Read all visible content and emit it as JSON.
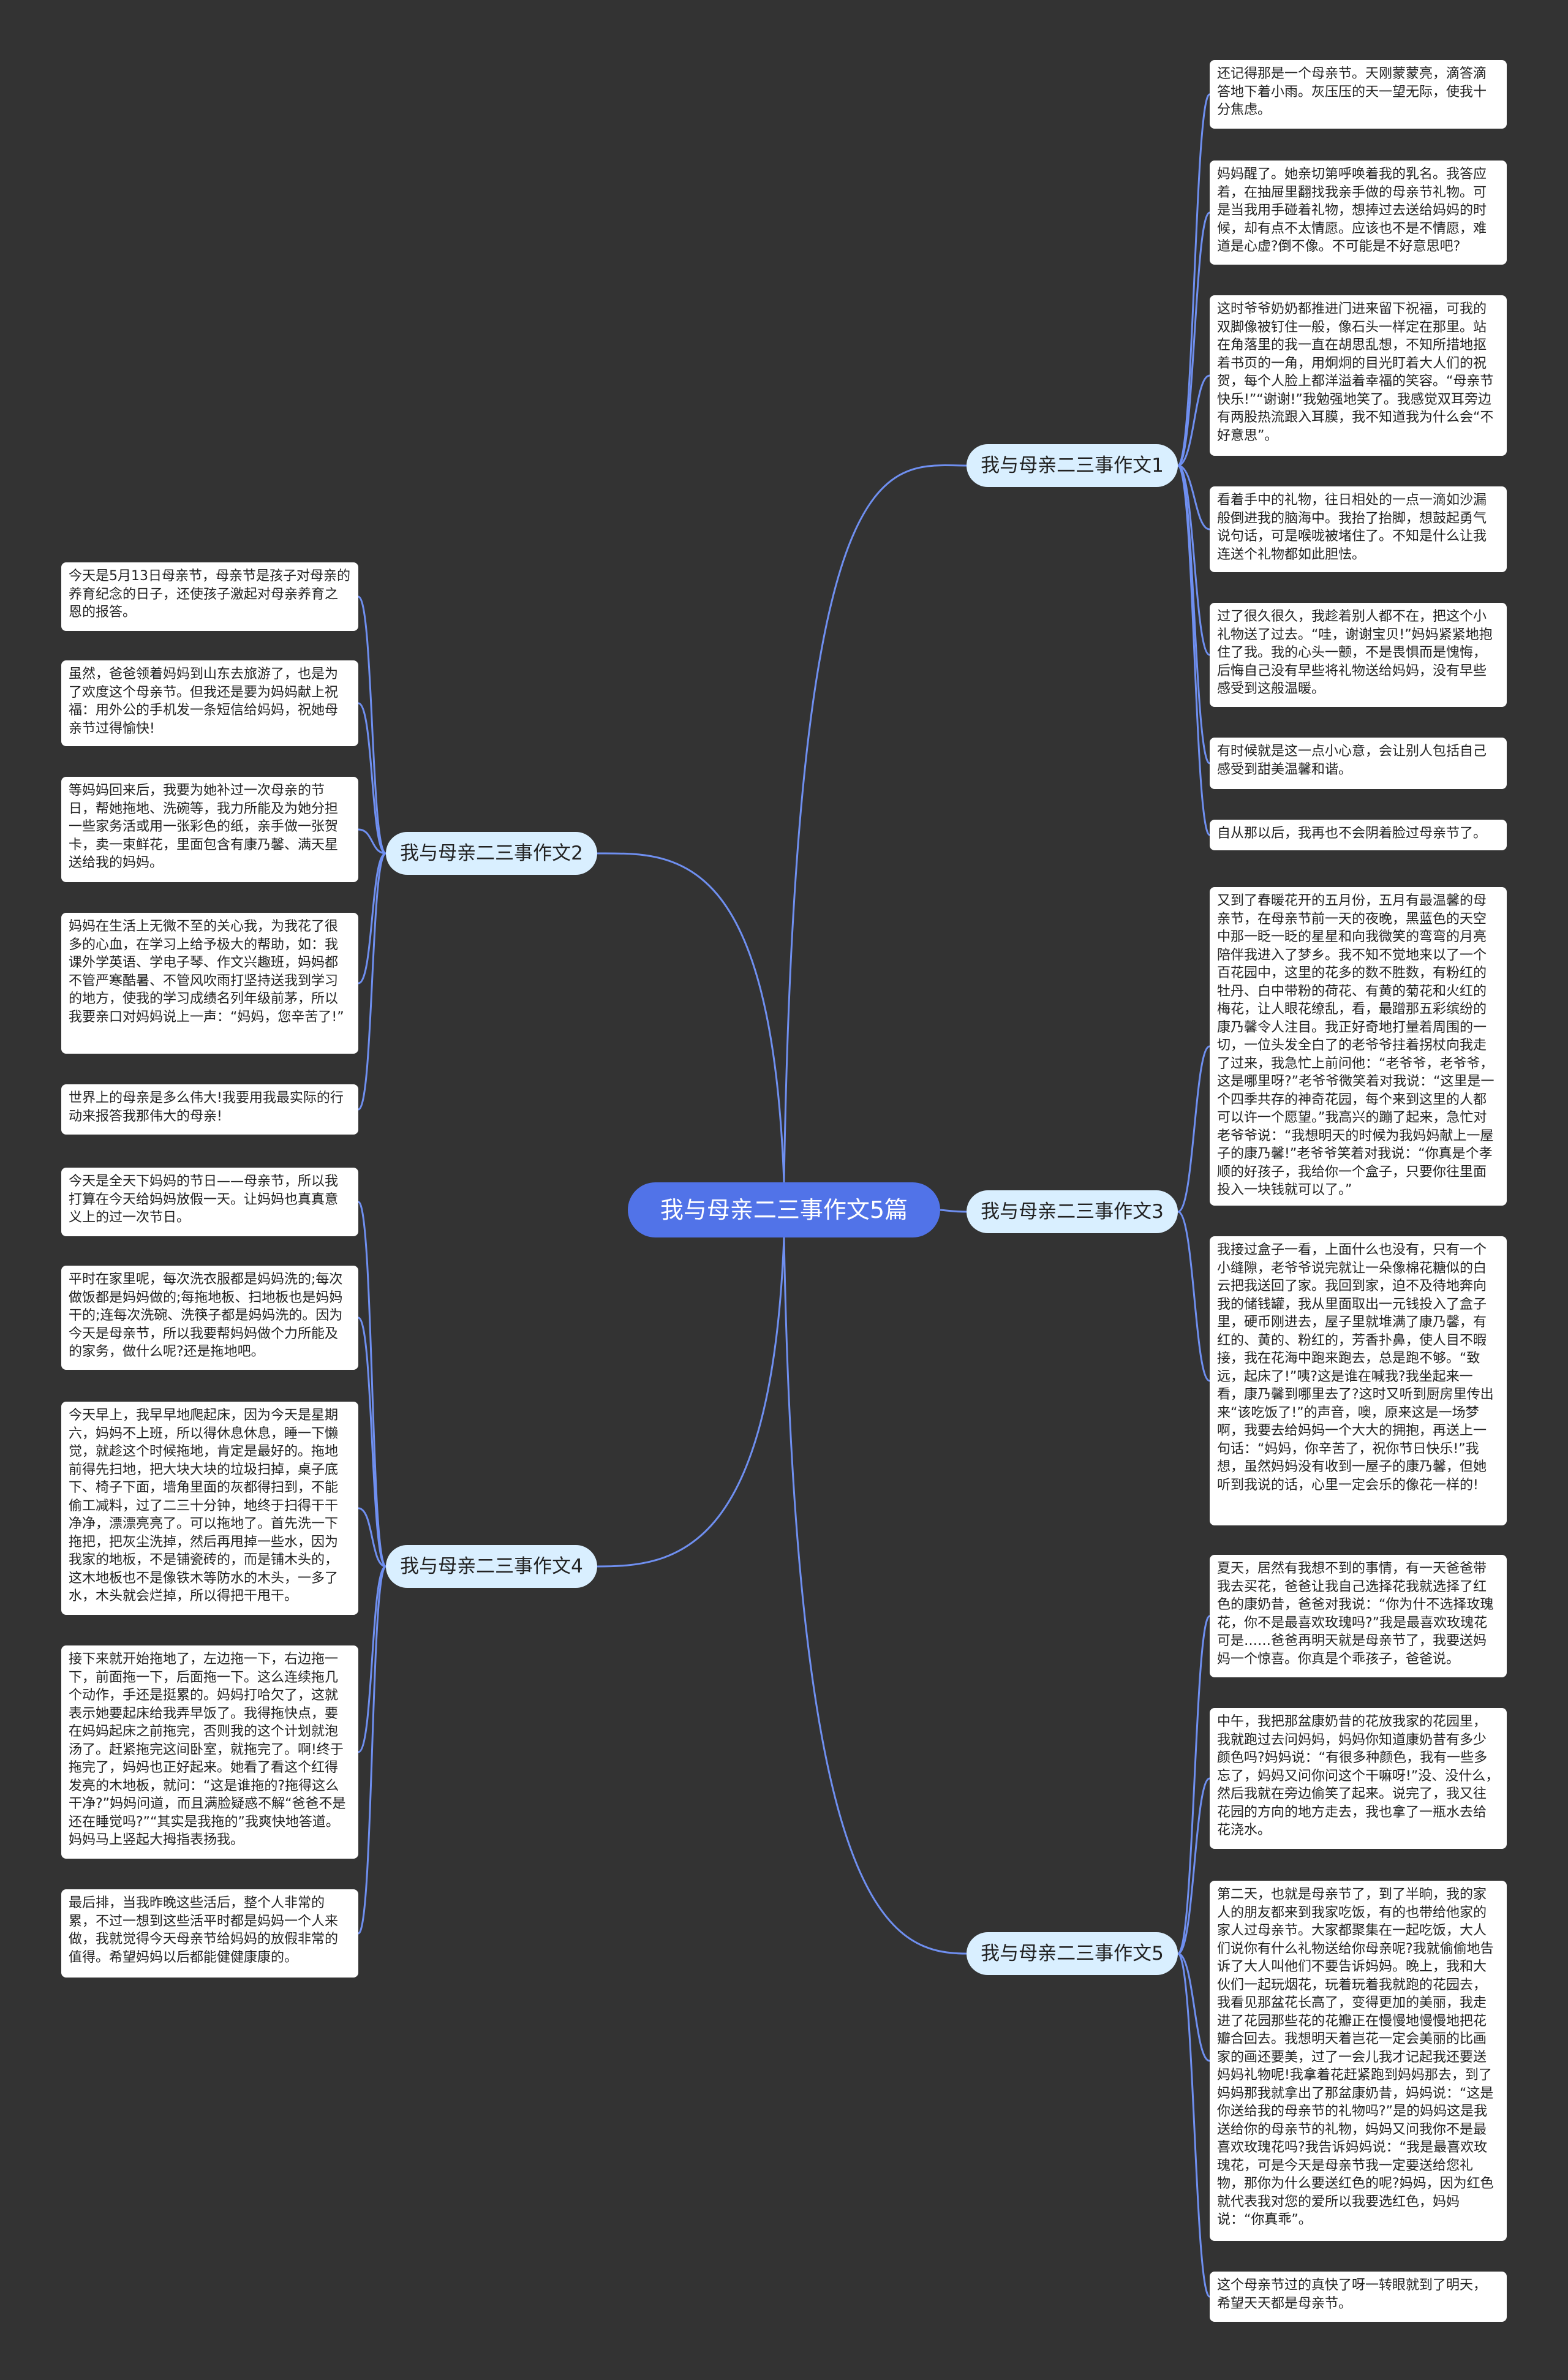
{
  "root": "我与母亲二三事作文5篇",
  "branches": [
    {
      "title": "我与母亲二三事作文1",
      "leaves": [
        "还记得那是一个母亲节。天刚蒙蒙亮，滴答滴答地下着小雨。灰压压的天一望无际，使我十分焦虑。",
        "妈妈醒了。她亲切第呼唤着我的乳名。我答应着，在抽屉里翻找我亲手做的母亲节礼物。可是当我用手碰着礼物，想捧过去送给妈妈的时候，却有点不太情愿。应该也不是不情愿，难道是心虚?倒不像。不可能是不好意思吧?",
        "这时爷爷奶奶都推进门进来留下祝福，可我的双脚像被钉住一般，像石头一样定在那里。站在角落里的我一直在胡思乱想，不知所措地抠着书页的一角，用炯炯的目光盯着大人们的祝贺，每个人脸上都洋溢着幸福的笑容。“母亲节快乐!”“谢谢!”我勉强地笑了。我感觉双耳旁边有两股热流跟入耳膜，我不知道我为什么会“不好意思”。",
        "看着手中的礼物，往日相处的一点一滴如沙漏般倒进我的脑海中。我抬了抬脚，想鼓起勇气说句话，可是喉咙被堵住了。不知是什么让我连送个礼物都如此胆怯。",
        "过了很久很久，我趁着别人都不在，把这个小礼物送了过去。“哇，谢谢宝贝!”妈妈紧紧地抱住了我。我的心头一颤，不是畏惧而是愧悔，后悔自己没有早些将礼物送给妈妈，没有早些感受到这般温暖。",
        "有时候就是这一点小心意，会让别人包括自己感受到甜美温馨和谐。",
        "自从那以后，我再也不会阴着脸过母亲节了。"
      ]
    },
    {
      "title": "我与母亲二三事作文2",
      "leaves": [
        "今天是5月13日母亲节，母亲节是孩子对母亲的养育纪念的日子，还使孩子激起对母亲养育之恩的报答。",
        "虽然，爸爸领着妈妈到山东去旅游了，也是为了欢度这个母亲节。但我还是要为妈妈献上祝福：用外公的手机发一条短信给妈妈，祝她母亲节过得愉快!",
        "等妈妈回来后，我要为她补过一次母亲的节日，帮她拖地、洗碗等，我力所能及为她分担一些家务活或用一张彩色的纸，亲手做一张贺卡，卖一束鲜花，里面包含有康乃馨、满天星送给我的妈妈。",
        "妈妈在生活上无微不至的关心我，为我花了很多的心血，在学习上给予极大的帮助，如：我课外学英语、学电子琴、作文兴趣班，妈妈都不管严寒酷暑、不管风吹雨打坚持送我到学习的地方，使我的学习成绩名列年级前茅，所以我要亲口对妈妈说上一声：“妈妈，您辛苦了!”",
        "世界上的母亲是多么伟大!我要用我最实际的行动来报答我那伟大的母亲!"
      ]
    },
    {
      "title": "我与母亲二三事作文3",
      "leaves": [
        "又到了春暖花开的五月份，五月有最温馨的母亲节，在母亲节前一天的夜晚，黑蓝色的天空中那一眨一眨的星星和向我微笑的弯弯的月亮陪伴我进入了梦乡。我不知不觉地来以了一个百花园中，这里的花多的数不胜数，有粉红的牡丹、白中带粉的荷花、有黄的菊花和火红的梅花，让人眼花缭乱，看，最蹭那五彩缤纷的康乃馨令人注目。我正好奇地打量着周围的一切，一位头发全白了的老爷爷拄着拐杖向我走了过来，我急忙上前问他：“老爷爷，老爷爷，这是哪里呀?”老爷爷微笑着对我说：“这里是一个四季共存的神奇花园，每个来到这里的人都可以许一个愿望。”我高兴的蹦了起来，急忙对老爷爷说：“我想明天的时候为我妈妈献上一屋子的康乃馨!”老爷爷笑着对我说：“你真是个孝顺的好孩子，我给你一个盒子，只要你往里面投入一块钱就可以了。”",
        "我接过盒子一看，上面什么也没有，只有一个小缝隙，老爷爷说完就让一朵像棉花糖似的白云把我送回了家。我回到家，迫不及待地奔向我的储钱罐，我从里面取出一元钱投入了盒子里，硬币刚进去，屋子里就堆满了康乃馨，有红的、黄的、粉红的，芳香扑鼻，使人目不暇接，我在花海中跑来跑去，总是跑不够。“致远，起床了!”咦?这是谁在喊我?我坐起来一看，康乃馨到哪里去了?这时又听到厨房里传出来“该吃饭了!”的声音，噢，原来这是一场梦啊，我要去给妈妈一个大大的拥抱，再送上一句话：“妈妈，你辛苦了，祝你节日快乐!”我想，虽然妈妈没有收到一屋子的康乃馨，但她听到我说的话，心里一定会乐的像花一样的!"
      ]
    },
    {
      "title": "我与母亲二三事作文4",
      "leaves": [
        "今天是全天下妈妈的节日——母亲节，所以我打算在今天给妈妈放假一天。让妈妈也真真意义上的过一次节日。",
        "平时在家里呢，每次洗衣服都是妈妈洗的;每次做饭都是妈妈做的;每拖地板、扫地板也是妈妈干的;连每次洗碗、洗筷子都是妈妈洗的。因为今天是母亲节，所以我要帮妈妈做个力所能及的家务，做什么呢?还是拖地吧。",
        "今天早上，我早早地爬起床，因为今天是星期六，妈妈不上班，所以得休息休息，睡一下懒觉，就趁这个时候拖地，肯定是最好的。拖地前得先扫地，把大块大块的垃圾扫掉，桌子底下、椅子下面，墙角里面的灰都得扫到，不能偷工减料，过了二三十分钟，地终于扫得干干净净，漂漂亮亮了。可以拖地了。首先洗一下拖把，把灰尘洗掉，然后再甩掉一些水，因为我家的地板，不是铺瓷砖的，而是铺木头的，这木地板也不是像铁木等防水的木头，一多了水，木头就会烂掉，所以得把干甩干。",
        "接下来就开始拖地了，左边拖一下，右边拖一下，前面拖一下，后面拖一下。这么连续拖几个动作，手还是挺累的。妈妈打哈欠了，这就表示她要起床给我弄早饭了。我得拖快点，要在妈妈起床之前拖完，否则我的这个计划就泡汤了。赶紧拖完这间卧室，就拖完了。啊!终于拖完了，妈妈也正好起来。她看了看这个红得发亮的木地板，就问：“这是谁拖的?拖得这么干净?”妈妈问道，而且满脸疑惑不解“爸爸不是还在睡觉吗?”“其实是我拖的”我爽快地答道。妈妈马上竖起大拇指表扬我。",
        "最后排，当我昨晚这些活后，整个人非常的累，不过一想到这些活平时都是妈妈一个人来做，我就觉得今天母亲节给妈妈的放假非常的值得。希望妈妈以后都能健健康康的。"
      ]
    },
    {
      "title": "我与母亲二三事作文5",
      "leaves": [
        "夏天，居然有我想不到的事情，有一天爸爸带我去买花，爸爸让我自己选择花我就选择了红色的康奶昔，爸爸对我说：“你为什不选择玫瑰花，你不是最喜欢玫瑰吗?”我是最喜欢玫瑰花可是……爸爸再明天就是母亲节了，我要送妈妈一个惊喜。你真是个乖孩子，爸爸说。",
        "中午，我把那盆康奶昔的花放我家的花园里，我就跑过去问妈妈，妈妈你知道康奶昔有多少颜色吗?妈妈说：“有很多种颜色，我有一些多忘了，妈妈又问你问这个干嘛呀!”没、没什么，然后我就在旁边偷笑了起来。说完了，我又往花园的方向的地方走去，我也拿了一瓶水去给花浇水。",
        "第二天，也就是母亲节了，到了半晌，我的家人的朋友都来到我家吃饭，有的也带给他家的家人过母亲节。大家都聚集在一起吃饭，大人们说你有什么礼物送给你母亲呢?我就偷偷地告诉了大人叫他们不要告诉妈妈。晚上，我和大伙们一起玩烟花，玩着玩着我就跑的花园去，我看见那盆花长高了，变得更加的美丽，我走进了花园那些花的花瓣正在慢慢地慢慢地把花瓣合回去。我想明天着岂花一定会美丽的比画家的画还要美，过了一会儿我才记起我还要送妈妈礼物呢!我拿着花赶紧跑到妈妈那去，到了妈妈那我就拿出了那盆康奶昔，妈妈说：“这是你送给我的母亲节的礼物吗?”是的妈妈这是我送给你的母亲节的礼物，妈妈又问我你不是最喜欢玫瑰花吗?我告诉妈妈说：“我是最喜欢玫瑰花，可是今天是母亲节我一定要送给您礼物，那你为什么要送红色的呢?妈妈，因为红色就代表我对您的爱所以我要选红色，妈妈说：“你真乖”。",
        "这个母亲节过的真快了呀一转眼就到了明天，希望天天都是母亲节。"
      ]
    }
  ]
}
